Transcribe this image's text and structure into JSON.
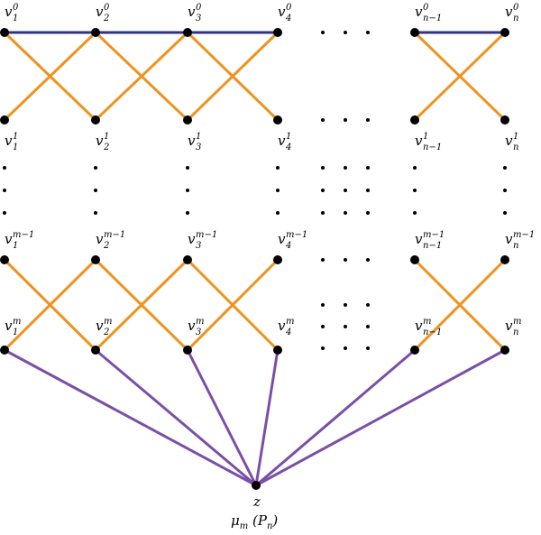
{
  "colors": {
    "top_edge": "#2e3480",
    "cross_edge": "#f0921e",
    "apex_edge": "#7b4fa6",
    "node": "#000000"
  },
  "labels": {
    "row0": [
      {
        "base": "v",
        "sub": "1",
        "sup": "0"
      },
      {
        "base": "v",
        "sub": "2",
        "sup": "0"
      },
      {
        "base": "v",
        "sub": "3",
        "sup": "0"
      },
      {
        "base": "v",
        "sub": "4",
        "sup": "0"
      },
      {
        "base": "v",
        "sub": "n−1",
        "sup": "0"
      },
      {
        "base": "v",
        "sub": "n",
        "sup": "0"
      }
    ],
    "row1": [
      {
        "base": "v",
        "sub": "1",
        "sup": "1"
      },
      {
        "base": "v",
        "sub": "2",
        "sup": "1"
      },
      {
        "base": "v",
        "sub": "3",
        "sup": "1"
      },
      {
        "base": "v",
        "sub": "4",
        "sup": "1"
      },
      {
        "base": "v",
        "sub": "n−1",
        "sup": "1"
      },
      {
        "base": "v",
        "sub": "n",
        "sup": "1"
      }
    ],
    "rowm1": [
      {
        "base": "v",
        "sub": "1",
        "sup": "m−1"
      },
      {
        "base": "v",
        "sub": "2",
        "sup": "m−1"
      },
      {
        "base": "v",
        "sub": "3",
        "sup": "m−1"
      },
      {
        "base": "v",
        "sub": "4",
        "sup": "m−1"
      },
      {
        "base": "v",
        "sub": "n−1",
        "sup": "m−1"
      },
      {
        "base": "v",
        "sub": "n",
        "sup": "m−1"
      }
    ],
    "rowm": [
      {
        "base": "v",
        "sub": "1",
        "sup": "m"
      },
      {
        "base": "v",
        "sub": "2",
        "sup": "m"
      },
      {
        "base": "v",
        "sub": "3",
        "sup": "m"
      },
      {
        "base": "v",
        "sub": "4",
        "sup": "m"
      },
      {
        "base": "v",
        "sub": "n−1",
        "sup": "m"
      },
      {
        "base": "v",
        "sub": "n",
        "sup": "m"
      }
    ],
    "apex": "z",
    "caption": {
      "base": "μ",
      "sub": "m",
      "rest": " (P",
      "rest_sub": "n",
      "close": ")"
    }
  }
}
